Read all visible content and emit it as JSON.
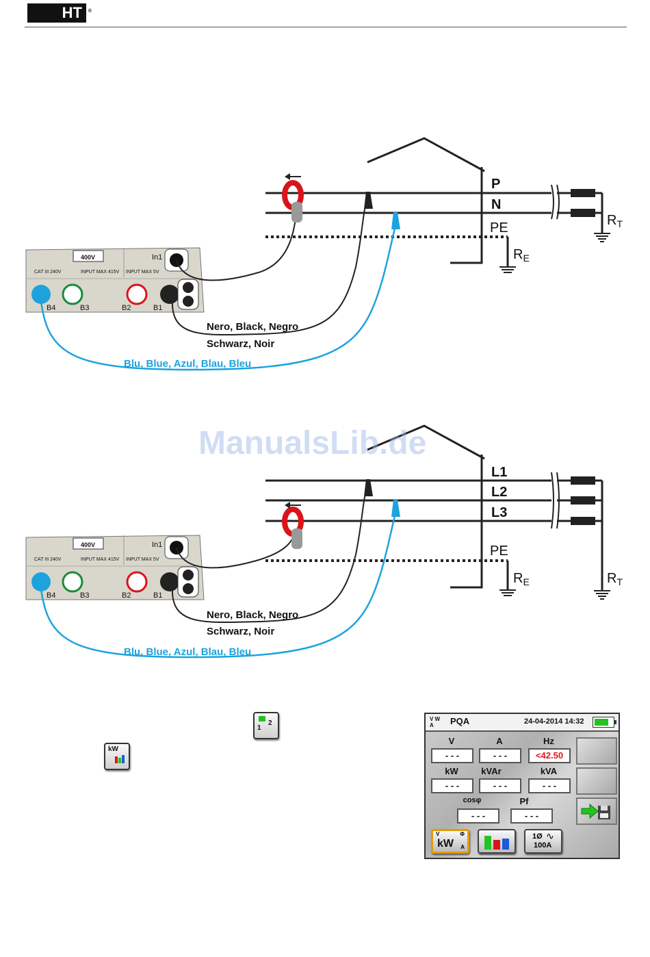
{
  "header": {
    "brand": "HT",
    "trademark": "®"
  },
  "watermark": "ManualsLib.de",
  "instrument": {
    "warning_label": "400V",
    "cat_label": "CAT III 240V",
    "input_max_b": "INPUT MAX 415V",
    "input_max_in": "INPUT MAX 5V",
    "in1": "In1",
    "terminals": [
      "B4",
      "B3",
      "B2",
      "B1"
    ]
  },
  "diagram1": {
    "lines": [
      "P",
      "N",
      "PE"
    ],
    "earth_labels": {
      "re": "R",
      "re_sub": "E",
      "rt": "R",
      "rt_sub": "T"
    },
    "black_cable_line1": "Nero, Black, Negro",
    "black_cable_line2": "Schwarz, Noir",
    "blue_cable": "Blu, Blue, Azul, Blau, Bleu"
  },
  "diagram2": {
    "lines": [
      "L1",
      "L2",
      "L3",
      "PE"
    ],
    "earth_labels": {
      "re": "R",
      "re_sub": "E",
      "rt": "R",
      "rt_sub": "T"
    },
    "black_cable_line1": "Nero, Black, Negro",
    "black_cable_line2": "Schwarz, Noir",
    "blue_cable": "Blu, Blue, Azul, Blau, Bleu"
  },
  "inline_icons": {
    "icon1": "connection-12-icon",
    "icon2": "kw-meter-icon"
  },
  "screen": {
    "title": "PQA",
    "datetime": "24-04-2014 14:32",
    "row1": [
      {
        "label": "V",
        "value": "- - -"
      },
      {
        "label": "A",
        "value": "- - -"
      },
      {
        "label": "Hz",
        "value": "<42.50"
      }
    ],
    "row2": [
      {
        "label": "kW",
        "value": "- - -"
      },
      {
        "label": "kVAr",
        "value": "- - -"
      },
      {
        "label": "kVA",
        "value": "- - -"
      }
    ],
    "row3": [
      {
        "label": "cosφ",
        "value": "- - -"
      },
      {
        "label": "Pf",
        "value": "- - -"
      }
    ],
    "btn_range": "1Ø\n100A",
    "btn_range_l1": "1Ø",
    "btn_range_l2": "100A",
    "kw_btn": "kW",
    "colors": {
      "alert": "#e3141b",
      "battery": "#22c322",
      "blue_cable": "#1ca3de",
      "clamp": "#d9141b",
      "selected": "#e59a00"
    }
  }
}
